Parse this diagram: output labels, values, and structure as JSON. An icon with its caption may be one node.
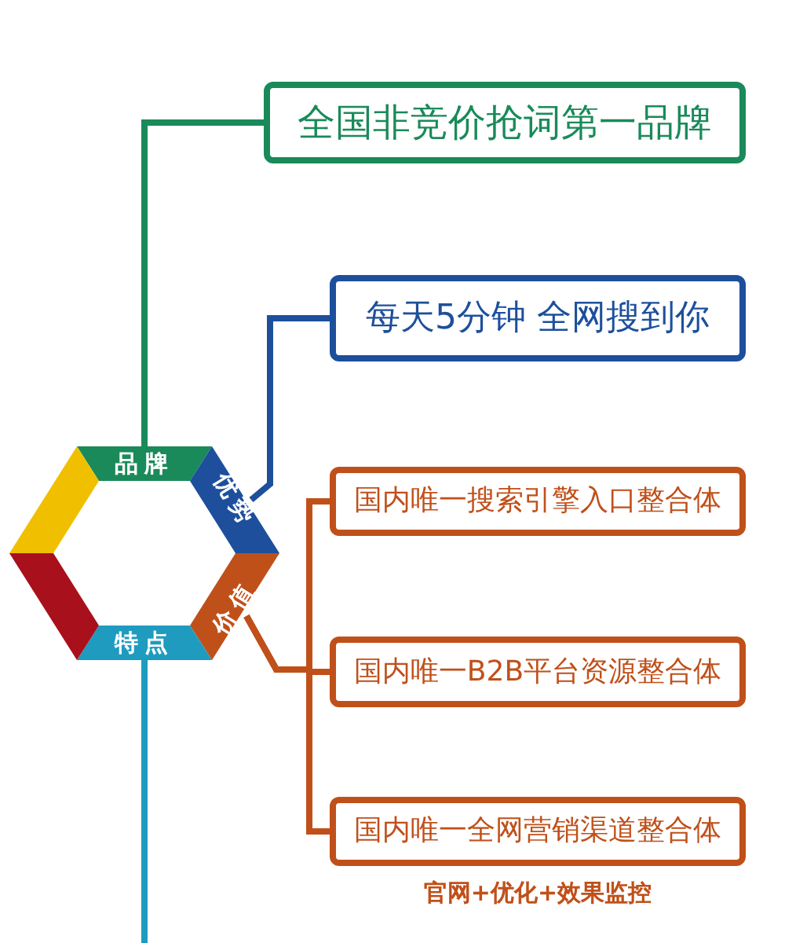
{
  "diagram": {
    "nodes": [
      {
        "text": [
          "全国非竞价抢词第一品牌"
        ]
      },
      {
        "text": [
          "每天5分钟 全网搜到你"
        ]
      },
      {
        "text": [
          "国内唯一搜索引擎入口整合体"
        ]
      },
      {
        "text": [
          "国内唯一B2B平台资源整合体"
        ]
      },
      {
        "text": [
          "国内唯一全网营销渠道整合体"
        ],
        "beside": [
          "官网+优化+效果监控"
        ]
      },
      {
        "text": [
          "品牌"
        ]
      },
      {
        "text": [
          "优势"
        ]
      },
      {
        "text": [
          "价值"
        ]
      },
      {
        "text": [
          "特点"
        ]
      },
      {
        "text": [],
        "shape": "box"
      },
      {
        "text": [],
        "shape": "box"
      }
    ],
    "edges": [
      {
        "from": 5,
        "to": 0,
        "arrow": "none",
        "color": "#1a8a5a"
      },
      {
        "from": 6,
        "to": 1,
        "arrow": "none",
        "color": "#1d4f9c"
      },
      {
        "from": 7,
        "to": 2,
        "arrow": "none",
        "color": "#c0501a"
      },
      {
        "from": 7,
        "to": 3,
        "arrow": "none",
        "color": "#c0501a"
      },
      {
        "from": 7,
        "to": 4,
        "arrow": "none",
        "color": "#c0501a"
      },
      {
        "from": 8,
        "to": null,
        "arrow": "none",
        "color": "#1f9bbf"
      }
    ]
  }
}
